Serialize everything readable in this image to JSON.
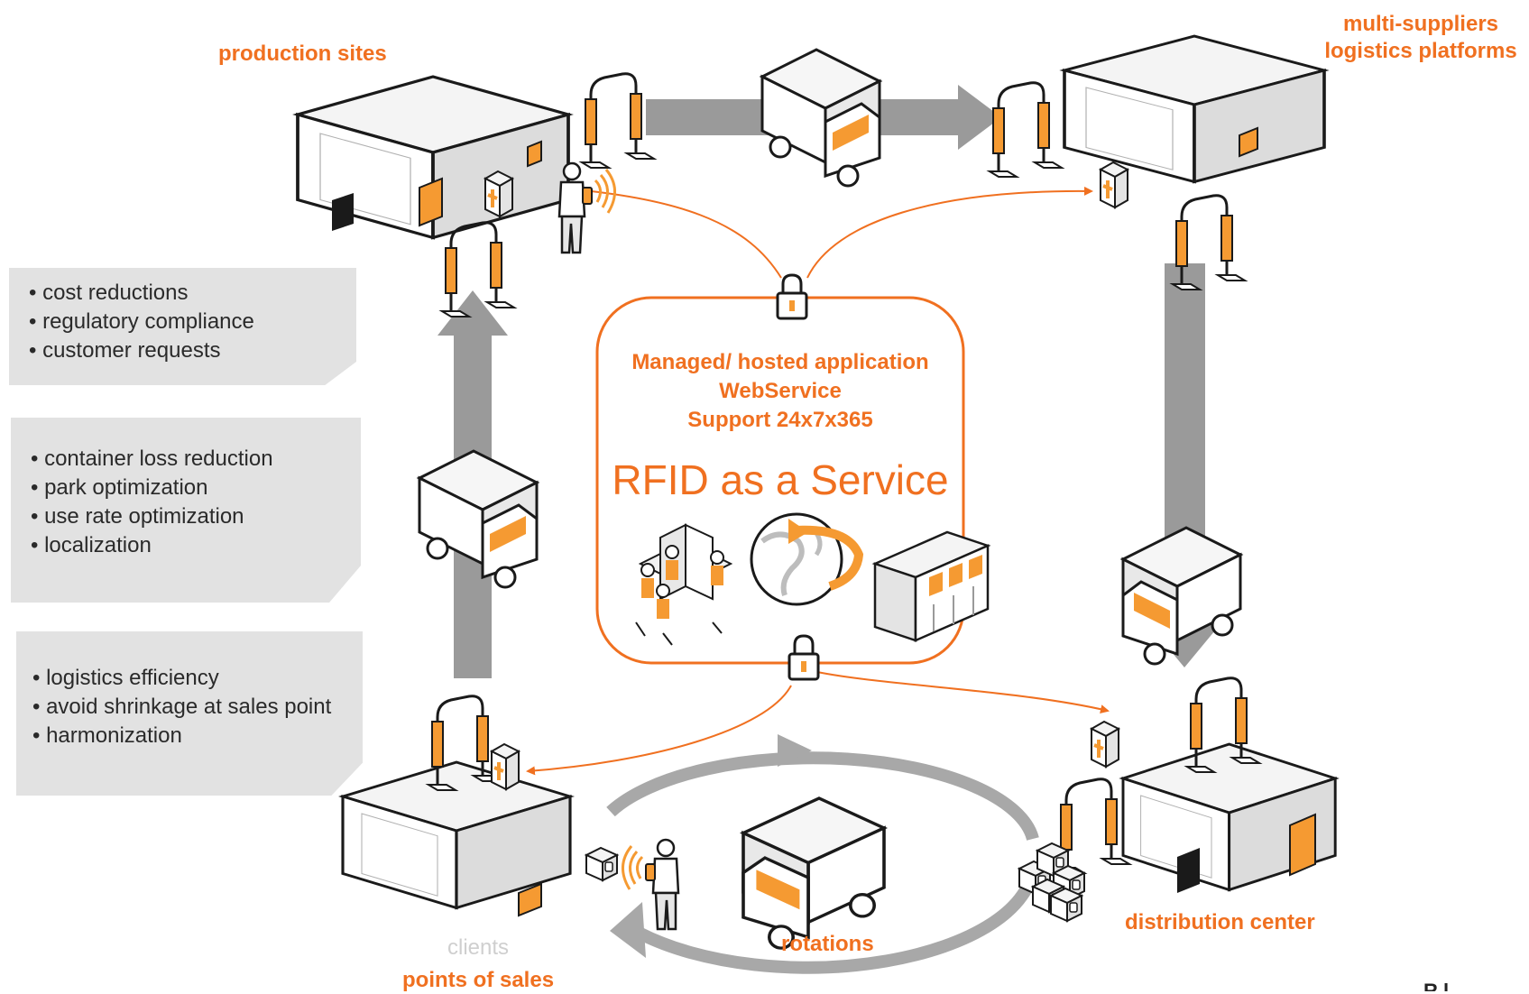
{
  "labels": {
    "production_sites": "production sites",
    "multi_suppliers_line1": "multi-suppliers",
    "multi_suppliers_line2": "logistics platforms",
    "distribution_center": "distribution center",
    "points_of_sales": "points of sales",
    "clients": "clients",
    "rotations": "rotations"
  },
  "service": {
    "line1": "Managed/ hosted application",
    "line2": "WebService",
    "line3": "Support 24x7x365",
    "title": "RFID as a Service"
  },
  "notes": [
    {
      "items": [
        "cost reductions",
        "regulatory compliance",
        "customer requests"
      ]
    },
    {
      "items": [
        "container loss reduction",
        "park optimization",
        "use rate optimization",
        "localization"
      ]
    },
    {
      "items": [
        "logistics efficiency",
        "avoid shrinkage at sales point",
        "harmonization"
      ]
    }
  ],
  "corner_text": "R  l",
  "colors": {
    "accent": "#f07020",
    "arrow_grey": "#9a9a9a",
    "note_bg": "#e2e2e2",
    "outline": "#1a1a1a"
  },
  "icons": [
    "warehouse-icon",
    "truck-icon",
    "rfid-portal-icon",
    "rfid-reader-icon",
    "padlock-icon",
    "worker-icon",
    "globe-icon",
    "server-rack-icon",
    "call-center-icon",
    "package-icon"
  ]
}
